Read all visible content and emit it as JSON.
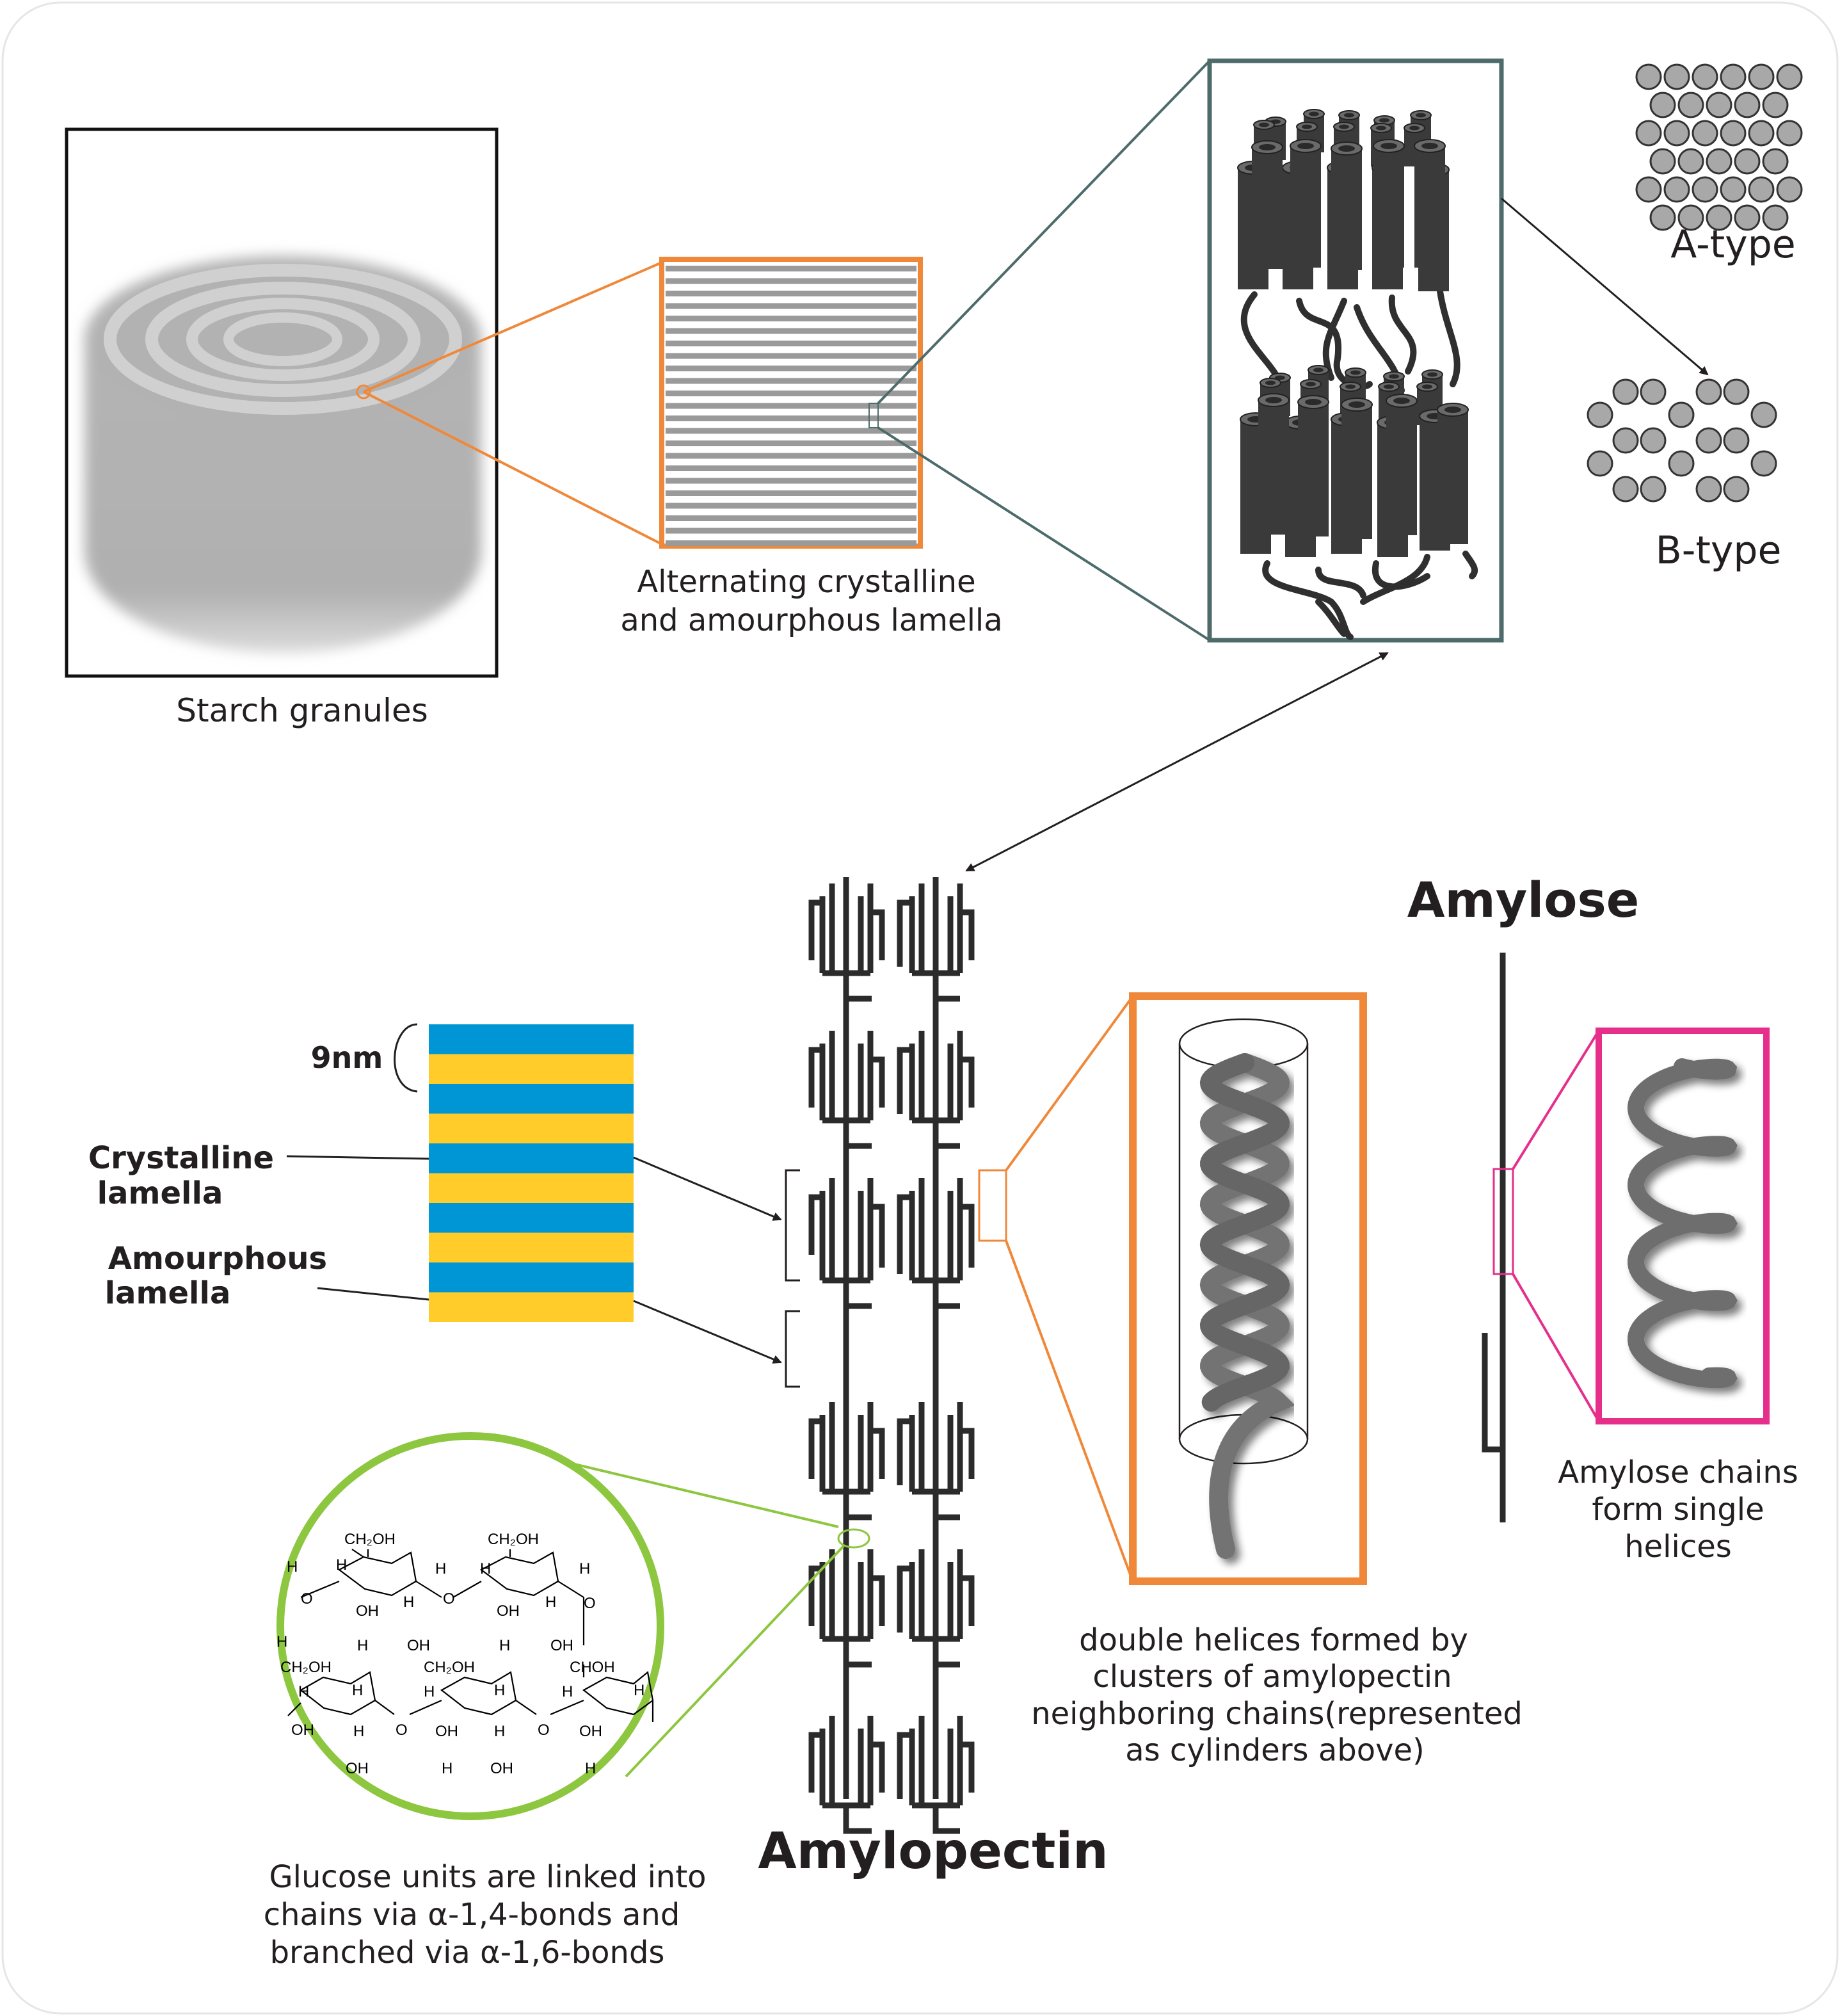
{
  "labels": {
    "starch_granules": "Starch granules",
    "lamella_line1": "Alternating  crystalline",
    "lamella_line2": "and amourphous lamella",
    "a_type": "A-type",
    "b_type": "B-type",
    "amylose_title": "Amylose",
    "amylopectin_title": "Amylopectin",
    "nine_nm": "9nm",
    "crystalline_1": "Crystalline",
    "crystalline_2": "lamella",
    "amourphous_1": "Amourphous",
    "amourphous_2": "lamella",
    "double_helix_1": "double helices formed by",
    "double_helix_2": "clusters of amylopectin",
    "double_helix_3": "neighboring chains(represented",
    "double_helix_4": "as cylinders above)",
    "amylose_helix_1": "Amylose chains",
    "amylose_helix_2": "form single",
    "amylose_helix_3": "helices",
    "glucose_1": "Glucose units are linked into",
    "glucose_2": "chains via α-1,4-bonds and",
    "glucose_3": "branched via α-1,6-bonds"
  },
  "chemistry": {
    "ch2oh": "CH₂OH",
    "choh": "CHOH",
    "h": "H",
    "oh": "OH",
    "o": "O"
  },
  "colors": {
    "orange": "#f0883a",
    "teal": "#4d6b6a",
    "magenta": "#e62e8b",
    "green": "#8dc63f",
    "blue": "#0096d6",
    "yellow": "#ffcc29",
    "dark": "#333333",
    "helix_gray": "#707070"
  }
}
